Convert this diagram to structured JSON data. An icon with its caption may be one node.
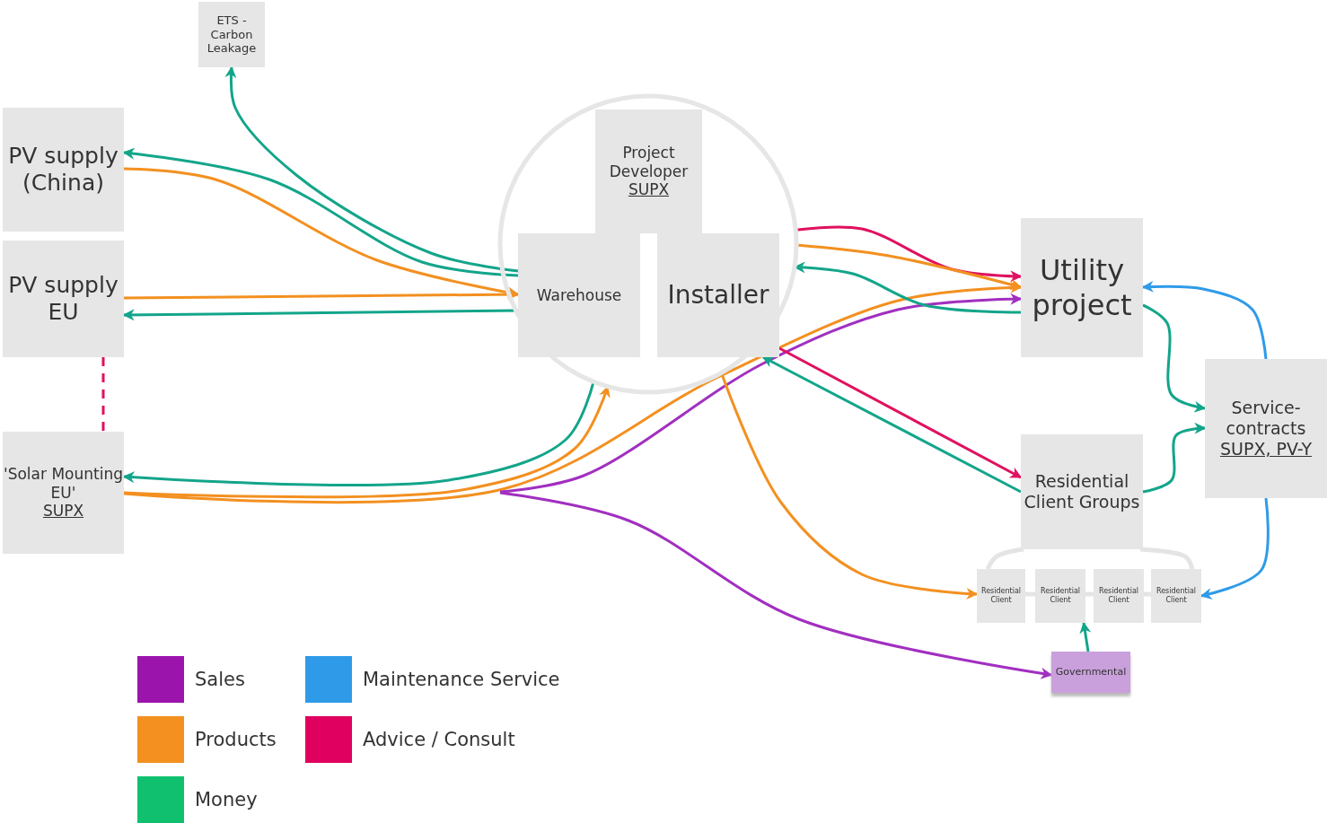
{
  "diagram": {
    "nodes": [
      {
        "text": [
          "ETS - Carbon Leakage"
        ]
      },
      {
        "text": [
          "PV supply (China)"
        ]
      },
      {
        "text": [
          "PV supply EU"
        ]
      },
      {
        "text": [
          "'Solar Mounting EU'",
          "SUPX"
        ]
      },
      {
        "text": [],
        "shape": "circle"
      },
      {
        "text": [
          "Project Developer",
          "SUPX"
        ],
        "in": 4
      },
      {
        "text": [
          "Warehouse"
        ],
        "in": 4
      },
      {
        "text": [
          "Installer"
        ],
        "in": 4
      },
      {
        "text": [
          "Utility project"
        ]
      },
      {
        "text": [
          "Residential Client Groups"
        ]
      },
      {
        "text": [
          "Service-contracts",
          "SUPX, PV-Y"
        ]
      },
      {
        "text": [
          "Residential Client"
        ]
      },
      {
        "text": [
          "Residential Client"
        ]
      },
      {
        "text": [
          "Residential Client"
        ]
      },
      {
        "text": [
          "Residential Client"
        ]
      },
      {
        "text": [
          "Governmental"
        ]
      }
    ],
    "edges": [
      {
        "from": 6,
        "to": 0,
        "arrow": "to",
        "color": "#13a58a"
      },
      {
        "from": 6,
        "to": 1,
        "arrow": "to",
        "color": "#13a58a"
      },
      {
        "from": 1,
        "to": 6,
        "arrow": "to",
        "color": "#f39020"
      },
      {
        "from": 2,
        "to": 6,
        "arrow": "to",
        "color": "#f39020"
      },
      {
        "from": 6,
        "to": 2,
        "arrow": "to",
        "color": "#13a58a"
      },
      {
        "from": 2,
        "to": 3,
        "arrow": "none",
        "style": "dashed",
        "color": "#e0115f"
      },
      {
        "from": 4,
        "to": 3,
        "arrow": "to",
        "color": "#13a58a"
      },
      {
        "from": 3,
        "to": 4,
        "arrow": "to",
        "color": "#f39020"
      },
      {
        "from": 3,
        "to": 8,
        "arrow": "to",
        "color": "#f39020"
      },
      {
        "from": null,
        "to": 8,
        "arrow": "to",
        "color": "#a12fc0"
      },
      {
        "from": null,
        "to": 15,
        "arrow": "to",
        "color": "#a12fc0"
      },
      {
        "from": 4,
        "to": 8,
        "arrow": "to",
        "color": "#e0115f"
      },
      {
        "from": 4,
        "to": 8,
        "arrow": "to",
        "color": "#f39020"
      },
      {
        "from": 8,
        "to": 4,
        "arrow": "to",
        "color": "#13a58a"
      },
      {
        "from": 7,
        "to": 9,
        "arrow": "to",
        "color": "#e0115f"
      },
      {
        "from": 9,
        "to": 7,
        "arrow": "to",
        "color": "#13a58a"
      },
      {
        "from": 4,
        "to": 11,
        "arrow": "to",
        "color": "#f39020"
      },
      {
        "from": 8,
        "to": 10,
        "arrow": "to",
        "color": "#13a58a"
      },
      {
        "from": 9,
        "to": 10,
        "arrow": "to",
        "color": "#13a58a"
      },
      {
        "from": 10,
        "to": 8,
        "arrow": "to",
        "color": "#2f9be8"
      },
      {
        "from": 10,
        "to": 14,
        "arrow": "to",
        "color": "#2f9be8"
      },
      {
        "from": 15,
        "to": 12,
        "arrow": "to",
        "color": "#13a58a"
      },
      {
        "from": 9,
        "to": 11,
        "arrow": "none",
        "color": "#e4e4e4"
      },
      {
        "from": 9,
        "to": 14,
        "arrow": "none",
        "color": "#e4e4e4"
      },
      {
        "from": 11,
        "to": 12,
        "arrow": "none",
        "color": "#e4e4e4"
      },
      {
        "from": 12,
        "to": 13,
        "arrow": "none",
        "color": "#e4e4e4"
      },
      {
        "from": 13,
        "to": 14,
        "arrow": "none",
        "color": "#e4e4e4"
      }
    ],
    "legend": [
      {
        "text": "Sales",
        "color": "#9b15ad"
      },
      {
        "text": "Maintenance Service",
        "color": "#2f9be8"
      },
      {
        "text": "Products",
        "color": "#f39020"
      },
      {
        "text": "Advice / Consult",
        "color": "#e0005f"
      },
      {
        "text": "Money",
        "color": "#10c06f"
      }
    ]
  }
}
